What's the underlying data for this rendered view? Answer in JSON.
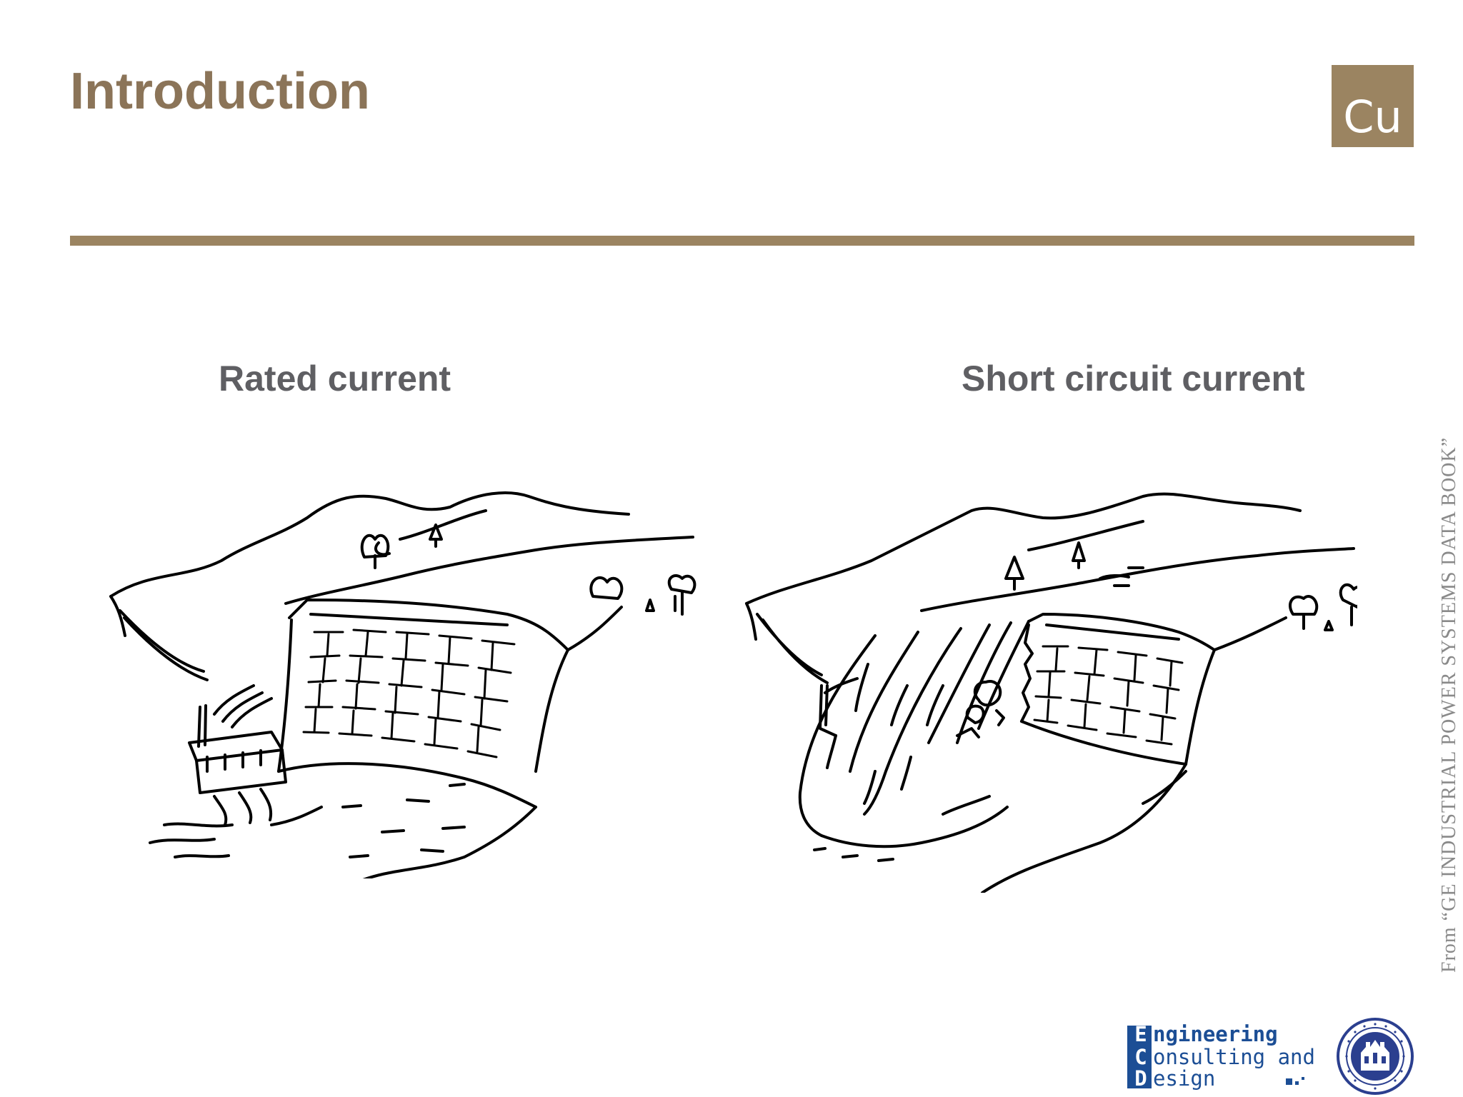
{
  "slide": {
    "title": "Introduction",
    "badge": "Cu",
    "caption_left": "Rated current",
    "caption_right": "Short circuit current",
    "credit": "From “GE INDUSTRIAL POWER SYSTEMS DATA BOOK”"
  },
  "logo": {
    "line1_cap": "E",
    "line1_rest": "ngineering",
    "line2_cap": "C",
    "line2_rest": "onsulting and",
    "line3_cap": "D",
    "line3_rest": "esign"
  },
  "colors": {
    "accent": "#9b8461",
    "title": "#8b7458",
    "caption": "#5f5f63",
    "logo_blue": "#1c4e95"
  },
  "icons": {
    "left_illustration": "intact-dam-illustration",
    "right_illustration": "bursting-dam-illustration",
    "seal": "university-seal-icon"
  }
}
